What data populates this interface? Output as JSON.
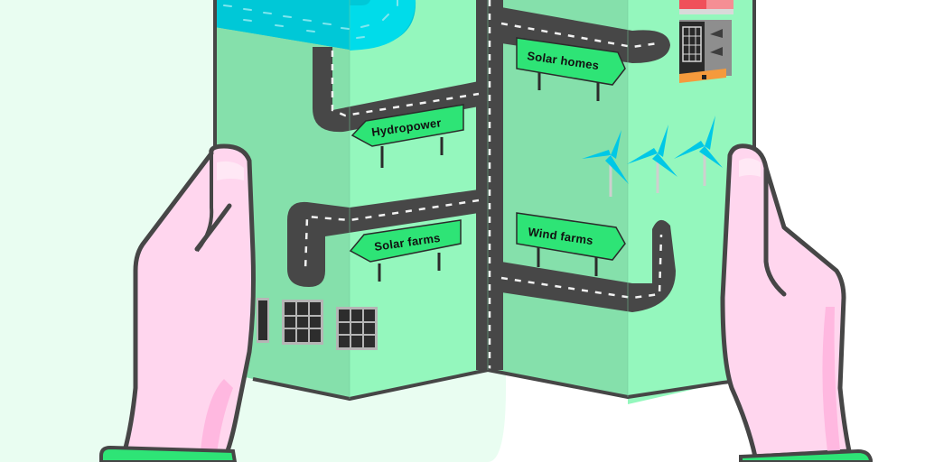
{
  "illustration": {
    "subject": "hands-holding-folded-energy-map",
    "signs": {
      "hydropower": "Hydropower",
      "solar_homes": "Solar homes",
      "solar_farms": "Solar farms",
      "wind_farms": "Wind farms"
    },
    "colors": {
      "background_left": "#e9fdf1",
      "background_right": "#ffffff",
      "map_panel_dark": "#85e0ab",
      "map_panel_light": "#94f7bd",
      "road": "#474747",
      "road_dash": "#f2f2f2",
      "river": "#00c8d7",
      "river_light": "#00dcea",
      "sign_green": "#2ee476",
      "outline": "#464646",
      "hand_pink": "#ffd6ee",
      "hand_shadow": "#ffb8e0",
      "turbine_blue": "#00c8e6",
      "house_orange": "#f59a3c",
      "house_red": "#f0505a",
      "cuff_green": "#2ee476"
    }
  }
}
